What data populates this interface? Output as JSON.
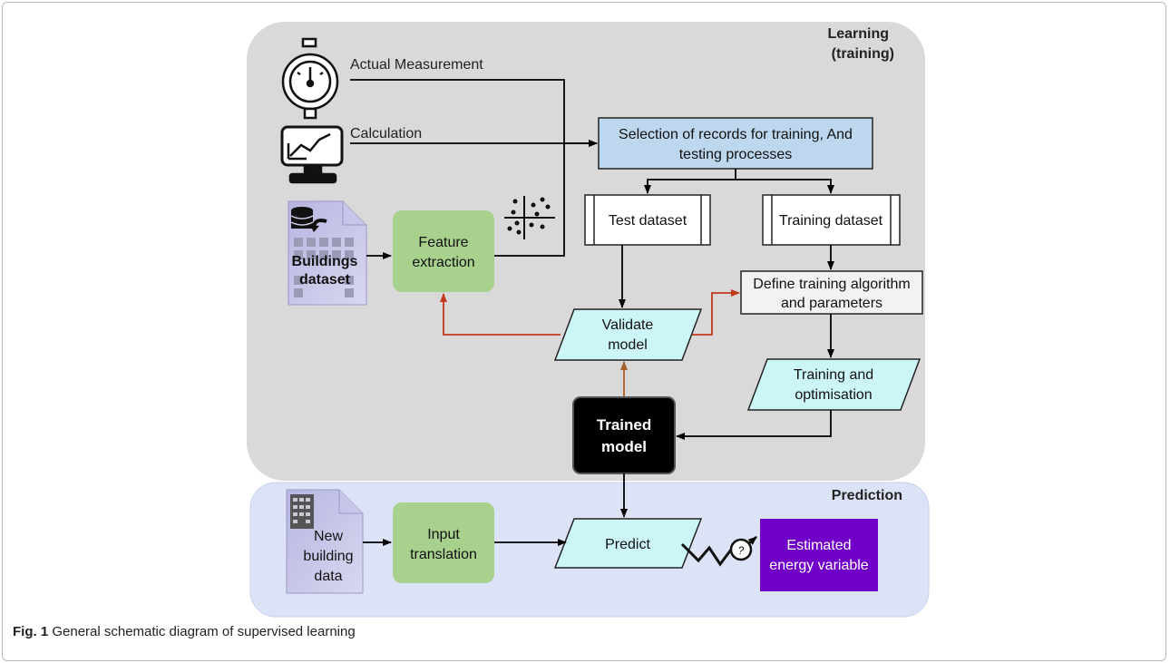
{
  "panels": {
    "learning_title_line1": "Learning",
    "learning_title_line2": "(training)",
    "prediction_title": "Prediction"
  },
  "inputs": {
    "actual_measurement": "Actual Measurement",
    "calculation": "Calculation",
    "buildings_dataset_line1": "Buildings",
    "buildings_dataset_line2": "dataset"
  },
  "nodes": {
    "selection_line1": "Selection of records for training, And",
    "selection_line2": "testing processes",
    "test_dataset": "Test dataset",
    "training_dataset": "Training dataset",
    "feature_extraction_line1": "Feature",
    "feature_extraction_line2": "extraction",
    "define_training_line1": "Define training algorithm",
    "define_training_line2": "and parameters",
    "validate_model_line1": "Validate",
    "validate_model_line2": "model",
    "training_optimisation_line1": "Training and",
    "training_optimisation_line2": "optimisation",
    "trained_model_line1": "Trained",
    "trained_model_line2": "model",
    "new_building_line1": "New",
    "new_building_line2": "building",
    "new_building_line3": "data",
    "input_translation_line1": "Input",
    "input_translation_line2": "translation",
    "predict": "Predict",
    "estimated_line1": "Estimated",
    "estimated_line2": "energy variable",
    "question_mark": "?"
  },
  "caption": {
    "label": "Fig. 1",
    "text": " General schematic diagram of supervised learning"
  },
  "colors": {
    "learning_panel": "#d9d9d9",
    "prediction_panel": "#dde3f6",
    "selection_box": "#bdd7ee",
    "green_box": "#a9d18e",
    "cyan_box": "#ccf5f7",
    "purple_box": "#7000c8",
    "red_arrow": "#c0391b",
    "brown_arrow": "#a8602a"
  }
}
